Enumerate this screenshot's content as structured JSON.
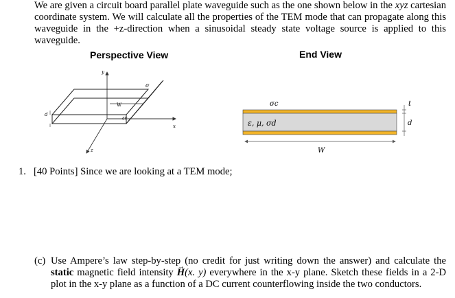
{
  "intro": {
    "line1": "We are given a circuit board parallel plate waveguide such as the one shown below in the ",
    "xyz": "xyz",
    "line1b": " cartesian coordinate system. We will calculate all the properties of the TEM mode that can propagate along this waveguide in the +z-direction when a sinusoidal steady state voltage source is applied to this waveguide."
  },
  "figure": {
    "perspective_title": "Perspective View",
    "end_title": "End View",
    "persp_labels": {
      "y": "y",
      "W": "W",
      "sigma": "σ",
      "eps_r": "εr",
      "x": "x",
      "z": "z",
      "d": "d"
    },
    "end_labels": {
      "sigma_c": "σc",
      "medium": "ε, μ, σd",
      "W": "W",
      "t": "t",
      "d": "d"
    },
    "colors": {
      "conductor": "#f2b428",
      "dielectric": "#d9d9d9",
      "outline": "#404040"
    }
  },
  "question1": {
    "number": "1.",
    "text": "[40 Points] Since we are looking at a TEM mode;"
  },
  "part_c": {
    "label": "(c)",
    "t1": "Use Ampere’s law step-by-step (no credit for just writing down the answer) and calculate the ",
    "bold": "static",
    "t2": " magnetic field intensity ",
    "H": "H",
    "arg": "(x. y)",
    "t3": " everywhere in the x-y plane. Sketch these fields in a 2-D plot in the x-y plane as a function of a DC current counterflowing inside the two conductors."
  }
}
